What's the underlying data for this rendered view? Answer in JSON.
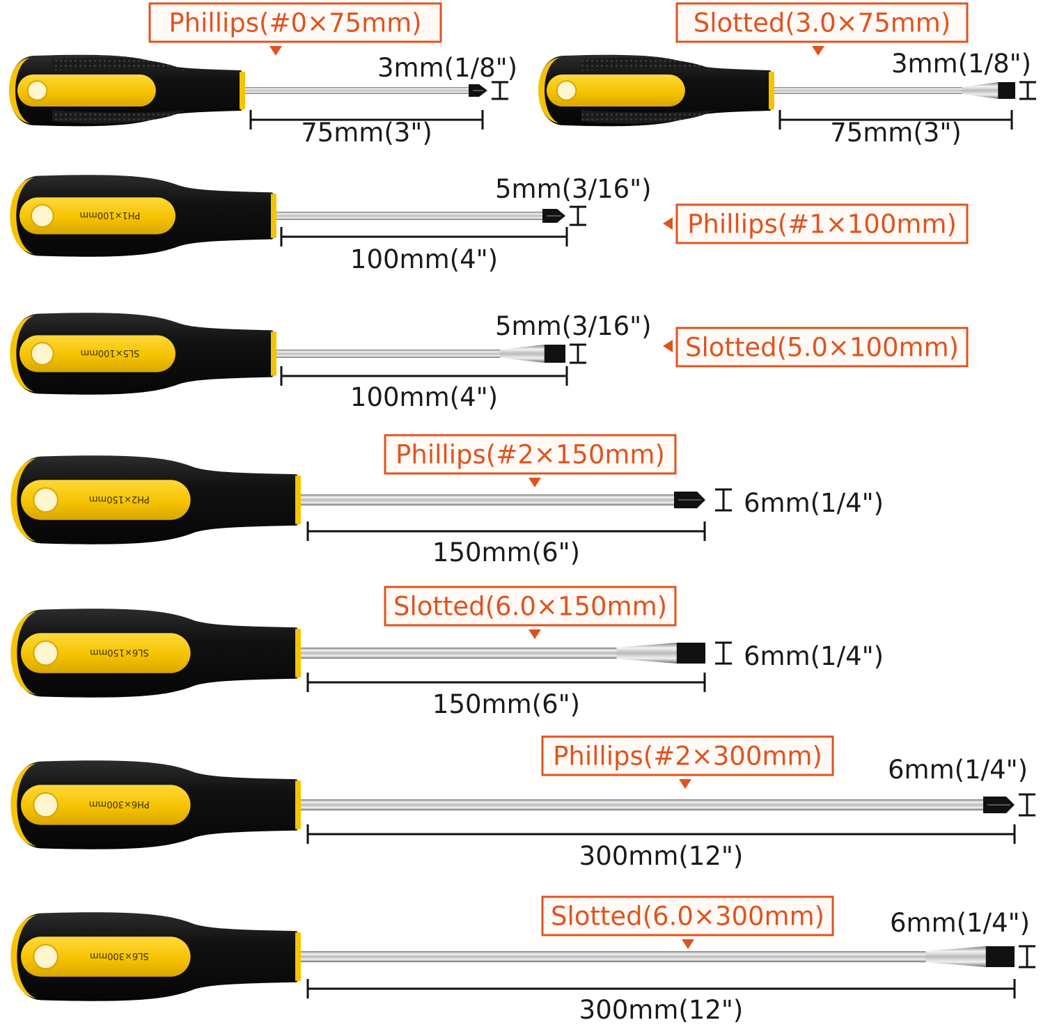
{
  "title": "",
  "colors": {
    "handle_black": "#121212",
    "handle_yellow": "#f6c300",
    "handle_yellow_dark": "#d8a400",
    "shaft_light": "#eeeeee",
    "shaft_dark": "#8e8e8e",
    "label_orange": "#e0531f",
    "label_fill": "#fffaf6",
    "dimension_text": "#1a1a1a"
  },
  "screwdrivers": [
    {
      "type": "phillips",
      "label": "Phillips(#0×75mm)",
      "tip_size": "3mm(1/8\")",
      "length": "75mm(3\")",
      "handle_print": ""
    },
    {
      "type": "slotted",
      "label": "Slotted(3.0×75mm)",
      "tip_size": "3mm(1/8\")",
      "length": "75mm(3\")",
      "handle_print": ""
    },
    {
      "type": "phillips",
      "label": "Phillips(#1×100mm)",
      "tip_size": "5mm(3/16\")",
      "length": "100mm(4\")",
      "handle_print": "PH1×100mm"
    },
    {
      "type": "slotted",
      "label": "Slotted(5.0×100mm)",
      "tip_size": "5mm(3/16\")",
      "length": "100mm(4\")",
      "handle_print": "SL5×100mm"
    },
    {
      "type": "phillips",
      "label": "Phillips(#2×150mm)",
      "tip_size": "6mm(1/4\")",
      "length": "150mm(6\")",
      "handle_print": "PH2×150mm"
    },
    {
      "type": "slotted",
      "label": "Slotted(6.0×150mm)",
      "tip_size": "6mm(1/4\")",
      "length": "150mm(6\")",
      "handle_print": "SL6×150mm"
    },
    {
      "type": "phillips",
      "label": "Phillips(#2×300mm)",
      "tip_size": "6mm(1/4\")",
      "length": "300mm(12\")",
      "handle_print": "PH6×300mm"
    },
    {
      "type": "slotted",
      "label": "Slotted(6.0×300mm)",
      "tip_size": "6mm(1/4\")",
      "length": "300mm(12\")",
      "handle_print": "SL6×300mm"
    }
  ]
}
